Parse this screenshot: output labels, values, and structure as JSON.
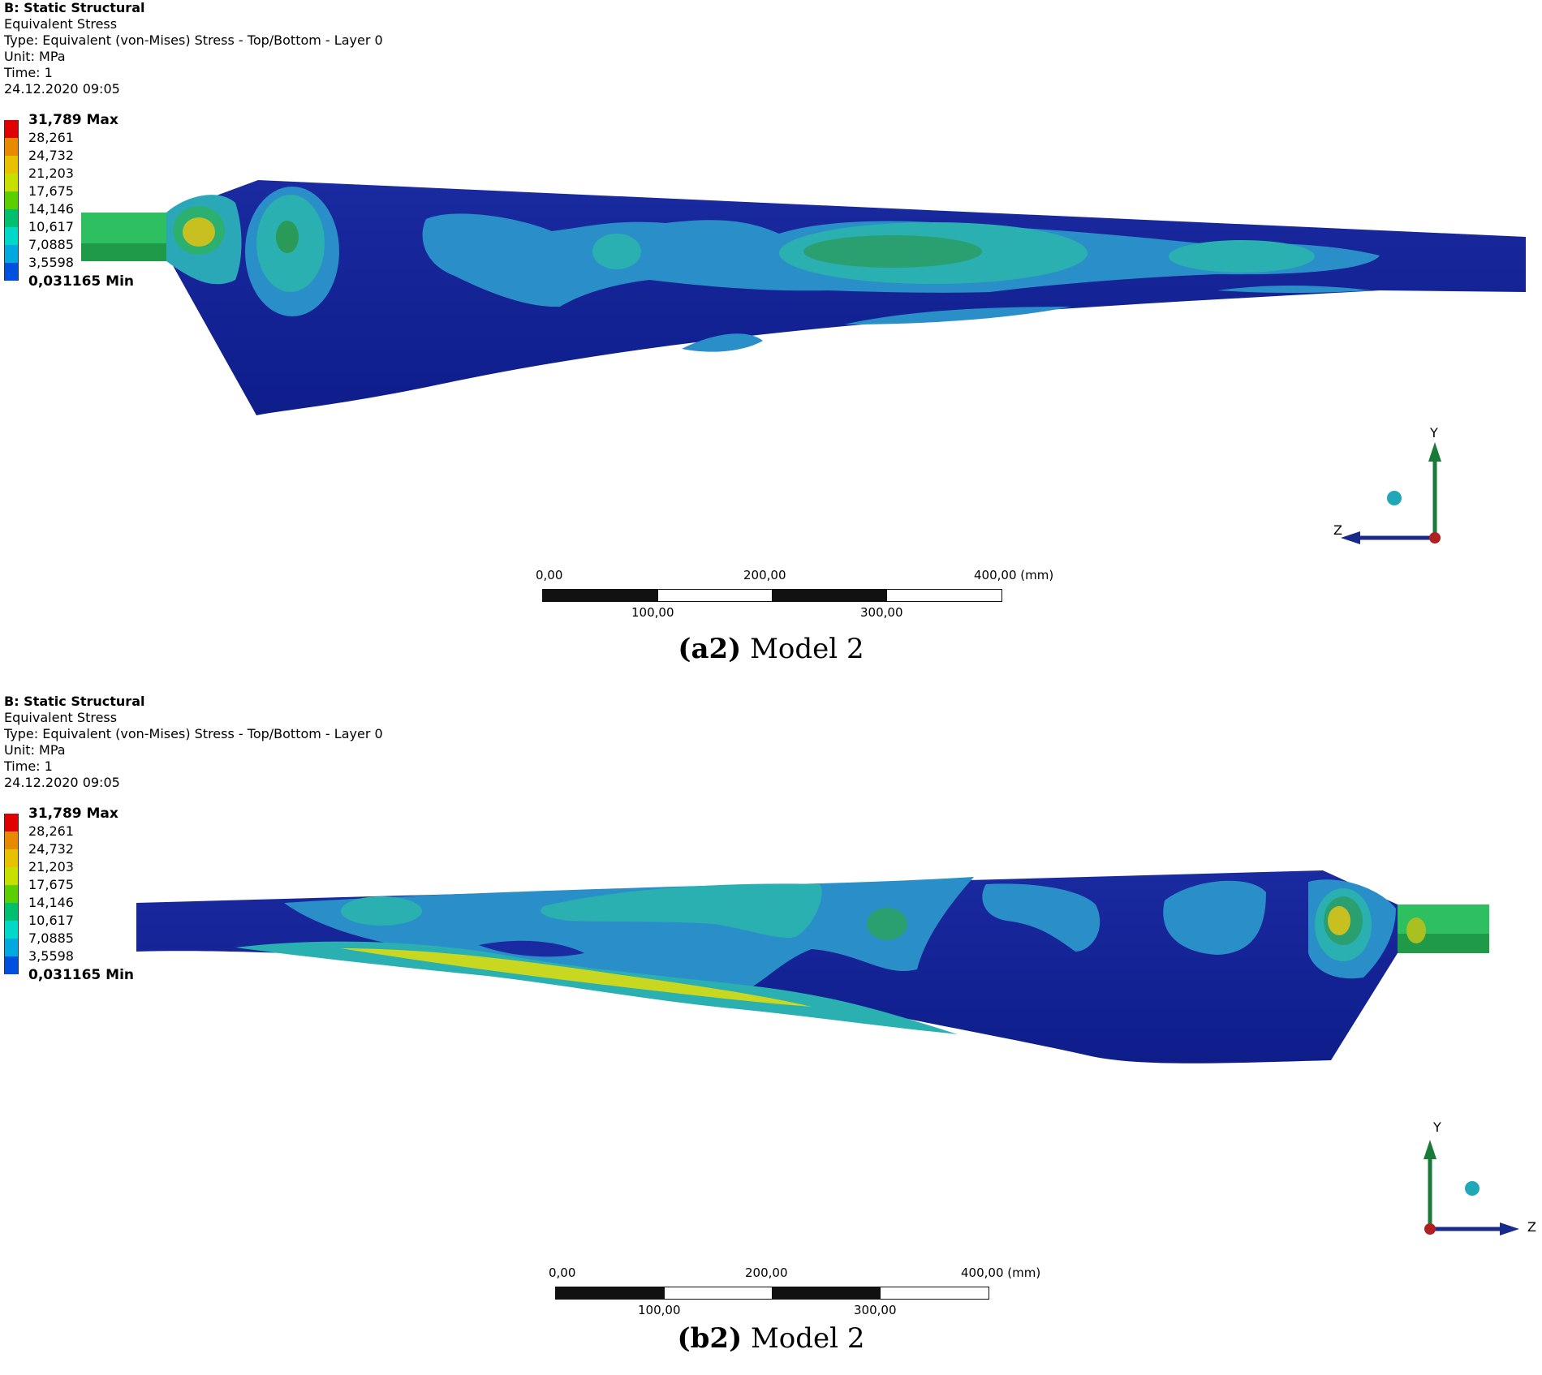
{
  "panels": [
    {
      "id": "a",
      "header": {
        "title": "B: Static Structural",
        "result": "Equivalent Stress",
        "type": "Type: Equivalent (von-Mises) Stress - Top/Bottom - Layer 0",
        "unit": "Unit: MPa",
        "time": "Time: 1",
        "date": "24.12.2020 09:05"
      },
      "legend": {
        "max_label": "31,789 Max",
        "levels": [
          "28,261",
          "24,732",
          "21,203",
          "17,675",
          "14,146",
          "10,617",
          "7,0885",
          "3,5598"
        ],
        "min_label": "0,031165 Min",
        "colors": [
          "#e00000",
          "#e88a00",
          "#e6c200",
          "#c8e000",
          "#5ccf00",
          "#00c070",
          "#00d8c8",
          "#00a8e0",
          "#0050e0"
        ]
      },
      "axes": {
        "y": "Y",
        "z": "Z"
      },
      "scale": {
        "t0": "0,00",
        "t200": "200,00",
        "t400": "400,00 (mm)",
        "t100": "100,00",
        "t300": "300,00"
      },
      "caption": {
        "tag": "(a2)",
        "text": " Model 2"
      }
    },
    {
      "id": "b",
      "header": {
        "title": "B: Static Structural",
        "result": "Equivalent Stress",
        "type": "Type: Equivalent (von-Mises) Stress - Top/Bottom - Layer 0",
        "unit": "Unit: MPa",
        "time": "Time: 1",
        "date": "24.12.2020 09:05"
      },
      "legend": {
        "max_label": "31,789 Max",
        "levels": [
          "28,261",
          "24,732",
          "21,203",
          "17,675",
          "14,146",
          "10,617",
          "7,0885",
          "3,5598"
        ],
        "min_label": "0,031165 Min",
        "colors": [
          "#e00000",
          "#e88a00",
          "#e6c200",
          "#c8e000",
          "#5ccf00",
          "#00c070",
          "#00d8c8",
          "#00a8e0",
          "#0050e0"
        ]
      },
      "axes": {
        "y": "Y",
        "z": "Z"
      },
      "scale": {
        "t0": "0,00",
        "t200": "200,00",
        "t400": "400,00 (mm)",
        "t100": "100,00",
        "t300": "300,00"
      },
      "caption": {
        "tag": "(b2)",
        "text": " Model 2"
      }
    }
  ],
  "colors": {
    "blade_base": "#1a2fa8",
    "stress_low": "#2f8ec8",
    "stress_mid": "#2fb8b0",
    "stress_green": "#2aa860",
    "stress_hot": "#d8c020"
  }
}
